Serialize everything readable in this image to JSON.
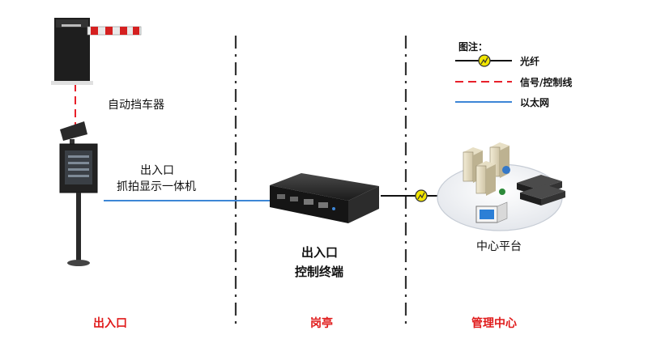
{
  "colors": {
    "fiber": "#000000",
    "fiber_marker": "#f2e600",
    "signal_line": "#e8202a",
    "ethernet_line": "#3d86d6",
    "zone_label": "#e01b1b",
    "divider": "#333333"
  },
  "legend": {
    "title": "图注：",
    "items": [
      {
        "label": "光纤",
        "line": "fiber"
      },
      {
        "label": "信号/控制线",
        "line": "signal"
      },
      {
        "label": "以太网",
        "line": "ethernet"
      }
    ]
  },
  "devices": {
    "barrier_gate": {
      "label": "自动挡车器",
      "icon": "barrier-gate-icon"
    },
    "capture_terminal": {
      "label_line1": "出入口",
      "label_line2": "抓拍显示一体机",
      "icon": "capture-display-terminal-icon"
    },
    "control_terminal": {
      "label_line1": "出入口",
      "label_line2": "控制终端",
      "icon": "control-terminal-box-icon"
    },
    "center_platform": {
      "label": "中心平台",
      "icon": "server-cluster-icon"
    }
  },
  "zones": [
    {
      "label": "出入口"
    },
    {
      "label": "岗亭"
    },
    {
      "label": "管理中心"
    }
  ]
}
